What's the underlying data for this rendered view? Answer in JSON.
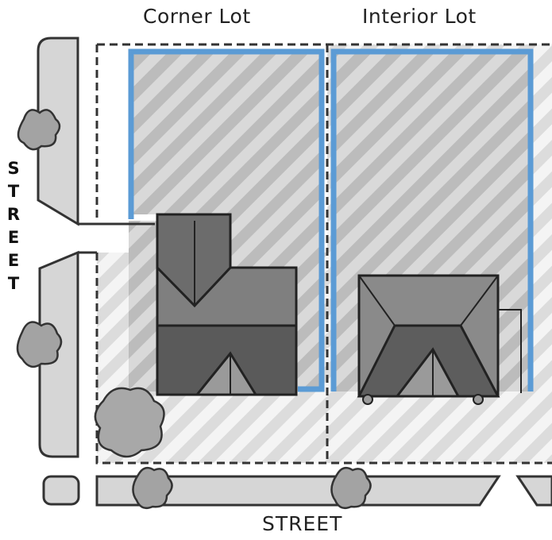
{
  "labels": {
    "corner_lot": "Corner Lot",
    "interior_lot": "Interior Lot",
    "street_bottom": "STREET",
    "street_side": "STREET"
  },
  "colors": {
    "buildable_outline": "#5b9bd5",
    "hatch_dark": "#c9c9c9",
    "hatch_light": "#e8e8e8",
    "roof_dark": "#5d5d5d",
    "roof_mid": "#7f7f7f",
    "roof_light": "#9a9a9a",
    "sidewalk": "#d6d6d6",
    "tree": "#9a9a9a"
  },
  "icons": [
    "tree-icon",
    "house-icon"
  ]
}
